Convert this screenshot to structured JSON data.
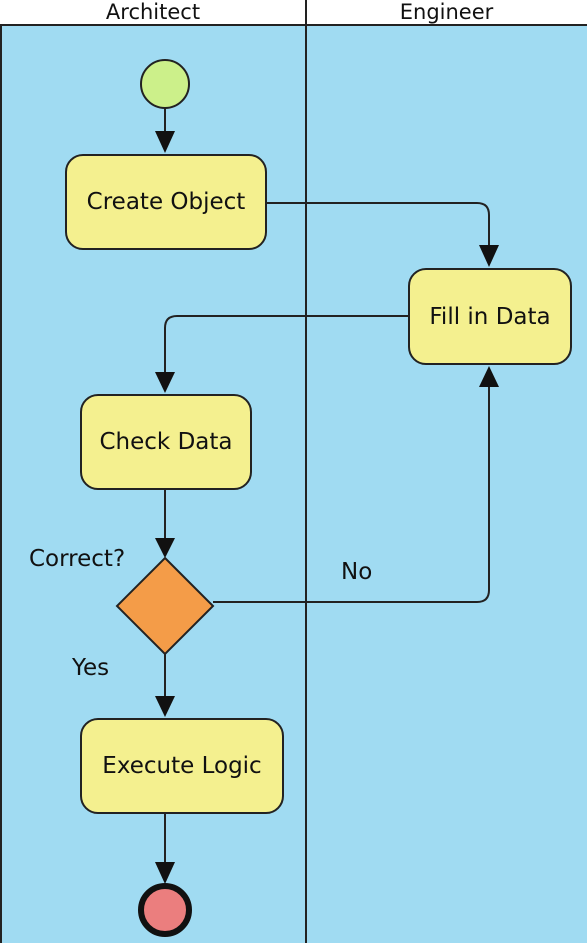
{
  "lanes": [
    {
      "name": "Architect"
    },
    {
      "name": "Engineer"
    }
  ],
  "actions": {
    "create_object": "Create Object",
    "fill_in_data": "Fill in Data",
    "check_data": "Check Data",
    "execute_logic": "Execute Logic"
  },
  "decision": {
    "question": "Correct?",
    "yes_label": "Yes",
    "no_label": "No"
  },
  "colors": {
    "background": "#a0dbf2",
    "action_fill": "#f4f08f",
    "start_fill": "#ccf08a",
    "decision_fill": "#f49c48",
    "end_fill": "#eb7e7e",
    "stroke": "#222222"
  }
}
